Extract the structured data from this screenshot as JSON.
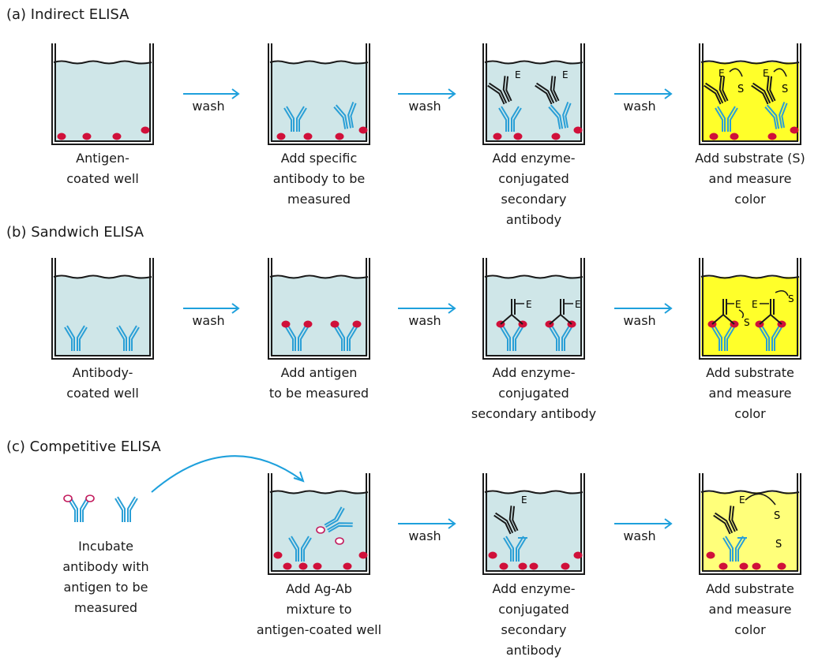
{
  "panels": {
    "a": {
      "title": "(a) Indirect ELISA",
      "captions": [
        "Antigen-\ncoated well",
        "Add specific\nantibody to be\nmeasured",
        "Add enzyme-\nconjugated\nsecondary\nantibody",
        "Add substrate (S)\nand measure\ncolor"
      ],
      "arrows": [
        "wash",
        "wash",
        "wash"
      ]
    },
    "b": {
      "title": "(b) Sandwich ELISA",
      "captions": [
        "Antibody-\ncoated well",
        "Add antigen\nto be measured",
        "Add enzyme-\nconjugated\nsecondary antibody",
        "Add substrate\nand measure\ncolor"
      ],
      "arrows": [
        "wash",
        "wash",
        "wash"
      ]
    },
    "c": {
      "title": "(c) Competitive ELISA",
      "captions": [
        "Incubate\nantibody with\nantigen to be\nmeasured",
        "Add Ag-Ab\nmixture to\nantigen-coated well",
        "Add enzyme-\nconjugated\nsecondary\nantibody",
        "Add substrate\nand measure\ncolor"
      ],
      "arrows": [
        "wash",
        "wash"
      ]
    }
  },
  "glyphs": {
    "enzyme": "E",
    "substrate": "S"
  },
  "colors": {
    "well_fill": "#cfe6e8",
    "substrate_fill": "#ffff2a",
    "arrow": "#1ea0dc",
    "antibody": "#2a9fd6",
    "antigen": "#d0103a",
    "outline": "#1a1a1a"
  }
}
